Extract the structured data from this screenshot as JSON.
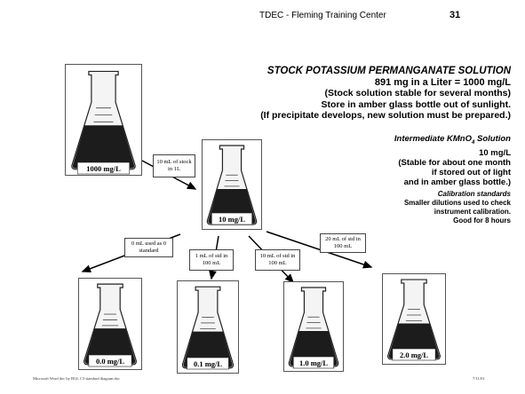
{
  "header": {
    "org": "TDEC - Fleming Training Center",
    "page_number": "31"
  },
  "stock": {
    "title": "STOCK POTASSIUM PERMANGANATE SOLUTION",
    "line1": "891 mg in a Liter = 1000 mg/L",
    "line2": "(Stock solution stable for several months)",
    "line3": "Store in amber glass bottle out of sunlight.",
    "line4": "(If precipitate develops, new solution must be prepared.)"
  },
  "intermediate": {
    "title_prefix": "Intermediate KMnO",
    "title_sub": "4",
    "title_suffix": " Solution",
    "line1": "10 mg/L",
    "line2": "(Stable for about one month",
    "line3": "if stored out of light",
    "line4": "and in amber glass bottle.)"
  },
  "calibration": {
    "title": "Calibration standards",
    "line1": "Smaller dilutions used to check",
    "line2": "instrument calibration.",
    "line3": "Good for 8 hours"
  },
  "flasks": {
    "stock": "1000 mg/L",
    "intermediate": "10 mg/L",
    "std0": "0.0 mg/L",
    "std01": "0.1 mg/L",
    "std1": "1.0 mg/L",
    "std2": "2.0 mg/L"
  },
  "labels": {
    "stock_to_int": "10 mL of stock in 1L",
    "to_0": "0 mL used as 0 standard",
    "to_01": "1 mL of std in 100 mL",
    "to_1": "10 mL of std in 100 mL",
    "to_2": "20 mL of std in 100 mL"
  },
  "footer": {
    "left": "Microsoft Word doc by BGL   C3 standard diagram.doc",
    "right": "7/11/01"
  }
}
